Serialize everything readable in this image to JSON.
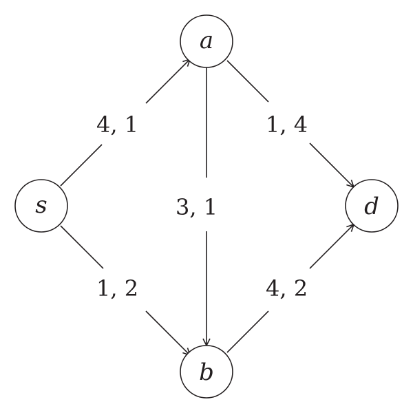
{
  "graph": {
    "nodes": [
      {
        "id": "s",
        "label": "s"
      },
      {
        "id": "a",
        "label": "a"
      },
      {
        "id": "b",
        "label": "b"
      },
      {
        "id": "d",
        "label": "d"
      }
    ],
    "edges": [
      {
        "id": "s-a",
        "from": "s",
        "to": "a",
        "label": "4, 1"
      },
      {
        "id": "s-b",
        "from": "s",
        "to": "b",
        "label": "1, 2"
      },
      {
        "id": "a-b",
        "from": "a",
        "to": "b",
        "label": "3, 1"
      },
      {
        "id": "a-d",
        "from": "a",
        "to": "d",
        "label": "1, 4"
      },
      {
        "id": "b-d",
        "from": "b",
        "to": "d",
        "label": "4, 2"
      }
    ]
  }
}
